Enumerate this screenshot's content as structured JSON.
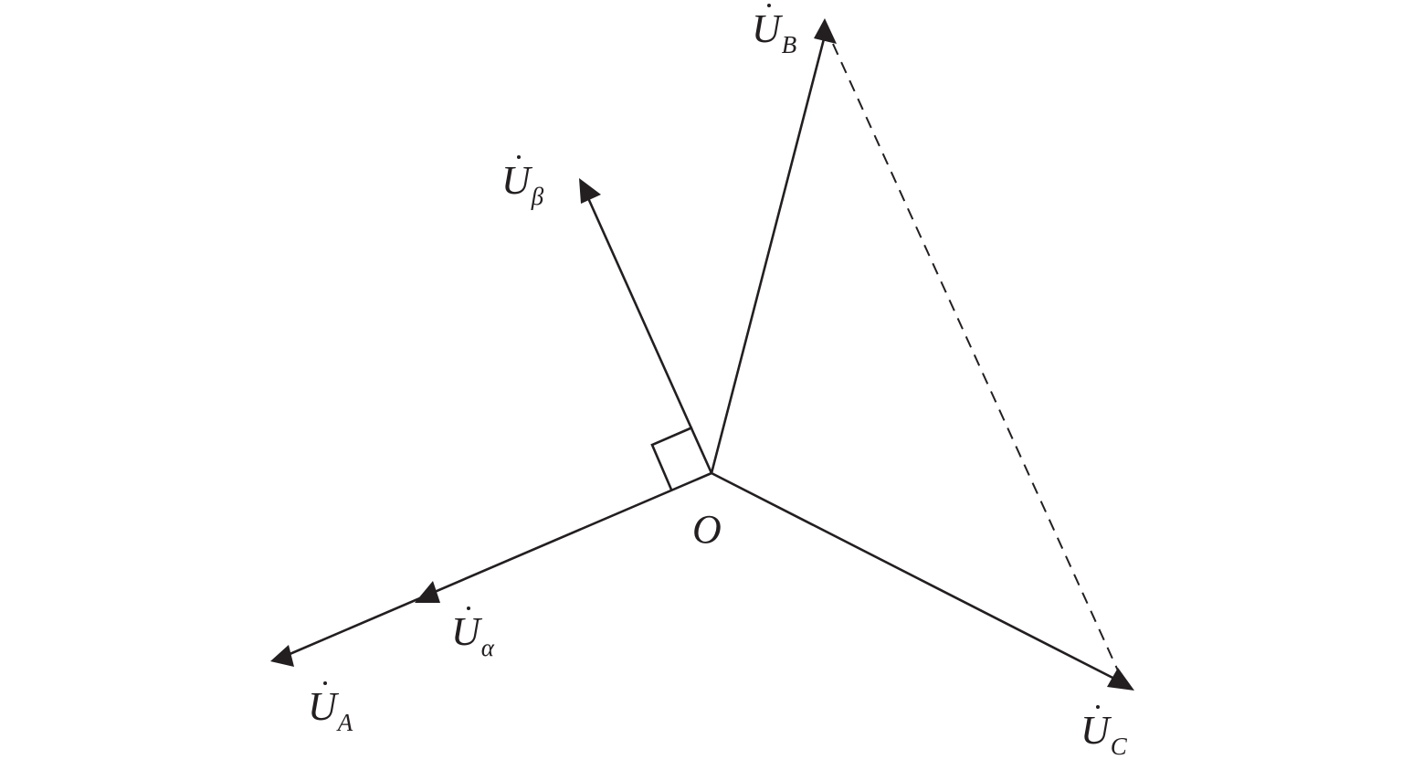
{
  "diagram": {
    "origin_label": "O",
    "vectors": {
      "UA": {
        "symbol": "U",
        "subscript": "A"
      },
      "UB": {
        "symbol": "U",
        "subscript": "B"
      },
      "UC": {
        "symbol": "U",
        "subscript": "C"
      },
      "Ualpha": {
        "symbol": "U",
        "subscript": "α"
      },
      "Ubeta": {
        "symbol": "U",
        "subscript": "β"
      }
    }
  }
}
